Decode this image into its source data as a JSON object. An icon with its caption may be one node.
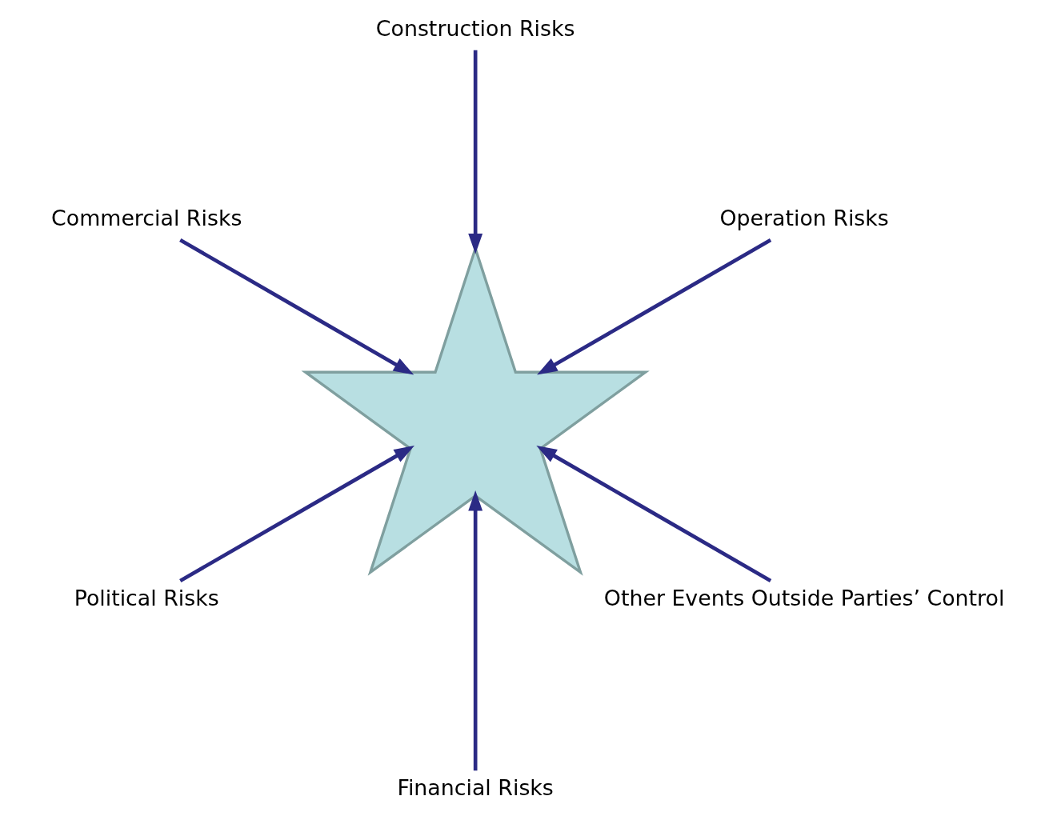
{
  "diagram": {
    "nodes": [
      {
        "text": [],
        "shape": "star"
      },
      {
        "text": [
          "Operation Risks"
        ]
      },
      {
        "text": [
          "Construction Risks"
        ]
      },
      {
        "text": [
          "Commercial Risks"
        ]
      },
      {
        "text": [
          "Political Risks"
        ]
      },
      {
        "text": [
          "Financial Risks"
        ]
      },
      {
        "text": [
          "Other Events Outside Parties’ Control"
        ]
      }
    ],
    "edges": [
      {
        "from": 1,
        "to": 0,
        "arrow": "to"
      },
      {
        "from": 2,
        "to": 0,
        "arrow": "to"
      },
      {
        "from": 3,
        "to": 0,
        "arrow": "to"
      },
      {
        "from": 4,
        "to": 0,
        "arrow": "to"
      },
      {
        "from": 5,
        "to": 0,
        "arrow": "to"
      },
      {
        "from": 6,
        "to": 0,
        "arrow": "to"
      }
    ]
  }
}
